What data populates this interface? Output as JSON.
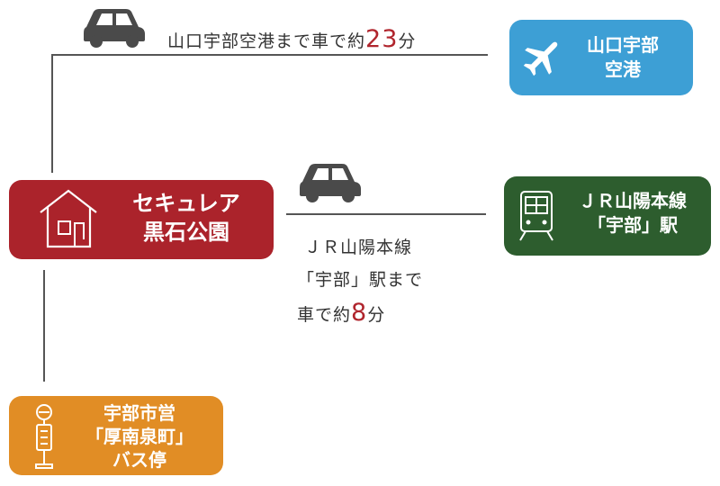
{
  "colors": {
    "home": "#ab232b",
    "airport": "#3d9fd5",
    "station": "#2d5d2e",
    "bus": "#e18d25",
    "line": "#555555",
    "car": "#4a4a4a",
    "highlight_number": "#b0252d"
  },
  "home": {
    "line1": "セキュレア",
    "line2": "黒石公園",
    "icon": "house-icon"
  },
  "airport": {
    "line1": "山口宇部",
    "line2": "空港",
    "icon": "airplane-icon"
  },
  "station": {
    "line1": "ＪＲ山陽本線",
    "line2": "「宇部」駅",
    "icon": "train-icon"
  },
  "bus": {
    "line1": "宇部市営",
    "line2": "「厚南泉町」",
    "line3": "バス停",
    "icon": "bus-stop-icon"
  },
  "route_airport": {
    "prefix": "山口宇部空港まで車で約",
    "minutes": "23",
    "suffix": "分",
    "icon": "car-icon"
  },
  "route_station": {
    "line1": "ＪＲ山陽本線",
    "line2": "「宇部」駅まで",
    "line3_prefix": "車で約",
    "minutes": "8",
    "suffix": "分",
    "icon": "car-icon"
  }
}
